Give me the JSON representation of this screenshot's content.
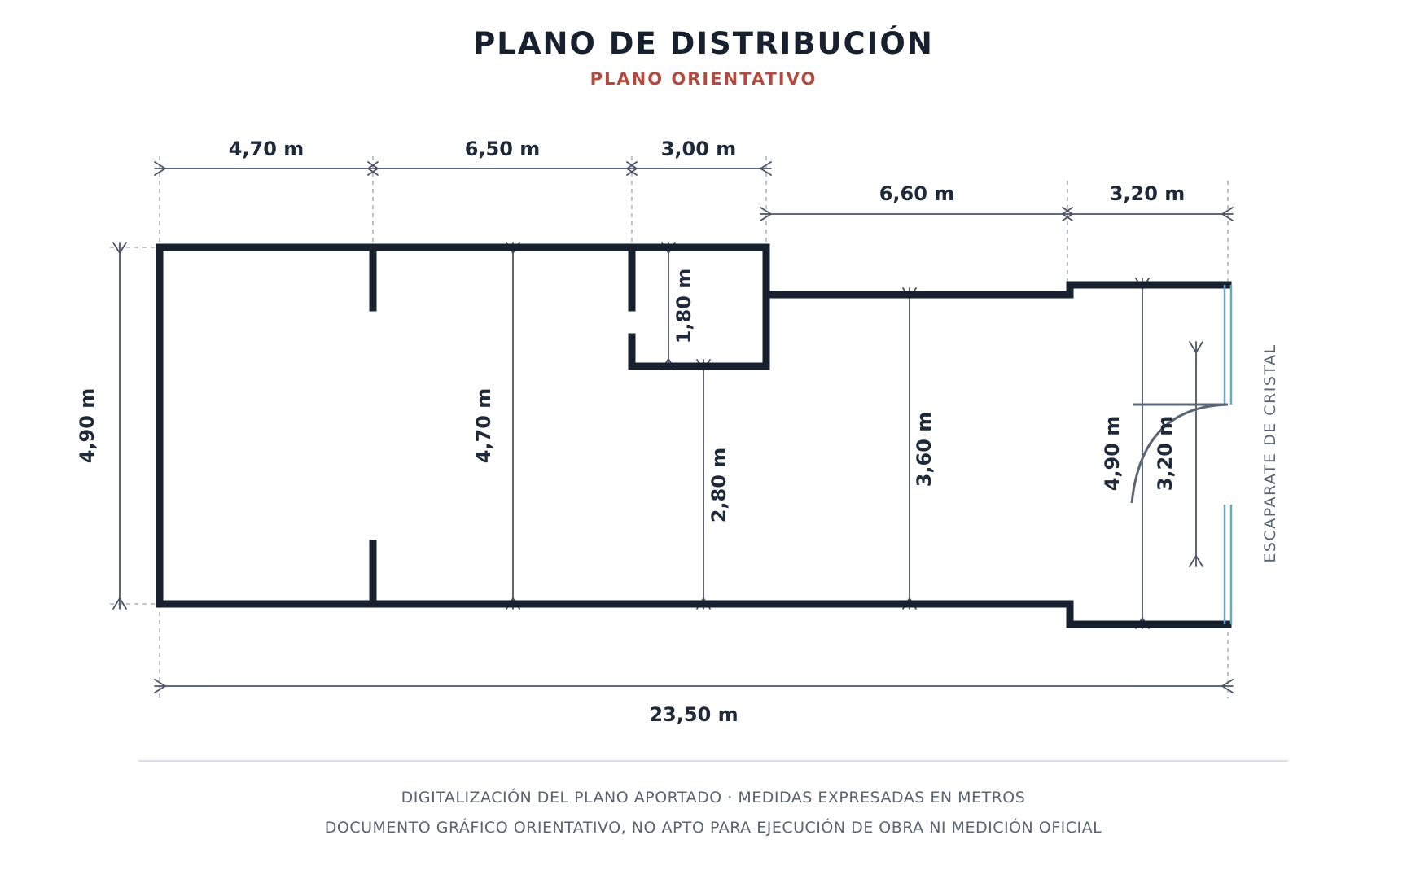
{
  "header": {
    "title": "PLANO DE DISTRIBUCIÓN",
    "subtitle": "PLANO ORIENTATIVO"
  },
  "dimensions": {
    "top_a": "4,70 m",
    "top_b": "6,50 m",
    "top_c": "3,00 m",
    "top_d": "6,60 m",
    "top_e": "3,20 m",
    "left_height": "4,90 m",
    "inner_height_a": "4,70 m",
    "small_room_height": "1,80 m",
    "inner_height_b": "2,80 m",
    "corridor_height": "3,60 m",
    "front_height": "4,90 m",
    "door_width": "3,20 m",
    "total_length": "23,50 m"
  },
  "labels": {
    "storefront": "ESCAPARATE DE CRISTAL"
  },
  "footer": {
    "line1": "DIGITALIZACIÓN DEL PLANO APORTADO · MEDIDAS EXPRESADAS EN METROS",
    "line2": "DOCUMENTO GRÁFICO ORIENTATIVO, NO APTO PARA EJECUCIÓN DE OBRA NI MEDICIÓN OFICIAL"
  },
  "colors": {
    "wall": "#16202e",
    "dimension": "#4b5566",
    "text_dark": "#1e2a3a",
    "accent": "#b24a3e",
    "glass": "#6aa6c8",
    "footer_text": "#5a6472",
    "divider": "#d9dee4"
  }
}
